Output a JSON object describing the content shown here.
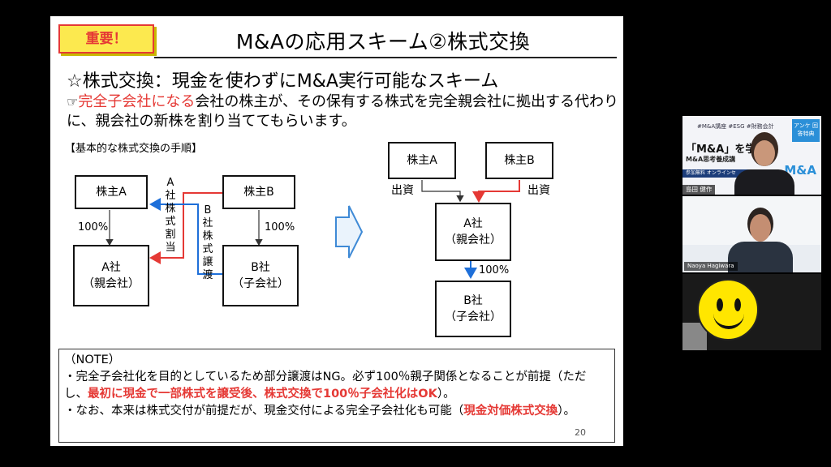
{
  "slide": {
    "badge": "重要！",
    "title": "M&Aの応用スキーム②株式交換",
    "subtitle": "☆株式交換：現金を使わずにM&A実行可能なスキーム",
    "para_hand": "☞",
    "para_red": "完全子会社になる",
    "para_rest": "会社の株主が、その保有する株式を完全親会社に拠出する代わりに、親会社の新株を割り当ててもらいます。",
    "procedure_heading": "【基本的な株式交換の手順】",
    "left_diagram": {
      "shareholder_a": "株主A",
      "shareholder_b": "株主B",
      "company_a_line1": "A社",
      "company_a_line2": "（親会社）",
      "company_b_line1": "B社",
      "company_b_line2": "（子会社）",
      "pct_a": "100%",
      "pct_b": "100%",
      "allot_label": "A社株式割当",
      "transfer_label": "B社株式譲渡"
    },
    "right_diagram": {
      "shareholder_a": "株主A",
      "shareholder_b": "株主B",
      "invest_left": "出資",
      "invest_right": "出資",
      "company_a_line1": "A社",
      "company_a_line2": "（親会社）",
      "company_b_line1": "B社",
      "company_b_line2": "（子会社）",
      "pct": "100%"
    },
    "note": {
      "heading": "（NOTE）",
      "b1_text": "・完全子会社化を目的としているため部分譲渡はNG。必ず100％親子関係となることが前提（ただし、",
      "b1_red": "最初に現金で一部株式を譲受後、株式交換で100％子会社化はOK",
      "b1_end": "）。",
      "b2_text": "・なお、本来は株式交付が前提だが、現金交付による完全子会社化も可能（",
      "b2_red": "現金対価株式交換",
      "b2_end": "）。"
    },
    "page_number": "20"
  },
  "participants": {
    "tile1": {
      "tags": "#M&A講座 #ESG #財務会計",
      "badge": "アンケ 回答特典",
      "title": "「M&A」を学",
      "subtitle": "M&A思考養成講",
      "logo": "M&A",
      "strip": "参加無料  オンラインセ",
      "name": "島田 健作"
    },
    "tile2": {
      "name": "Naoya Hagiwara"
    }
  },
  "colors": {
    "red": "#e53935",
    "blue": "#1e6fd9",
    "badge_yellow": "#fce94f",
    "chevron": "#3f8ad6"
  }
}
